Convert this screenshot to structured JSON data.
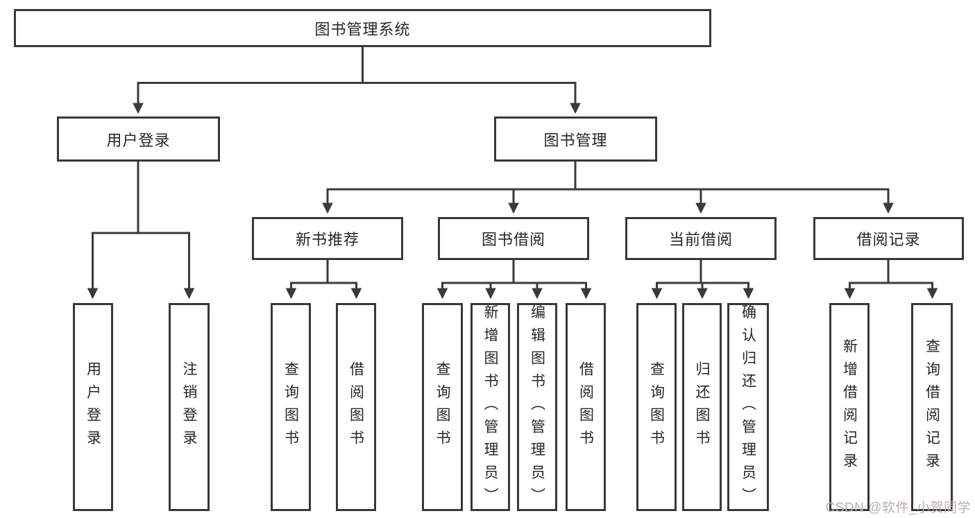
{
  "diagram": {
    "title": "图书管理系统",
    "root": {
      "label": "图书管理系统"
    },
    "branches": [
      {
        "label": "用户登录",
        "children": [
          {
            "label": "用户登录"
          },
          {
            "label": "注销登录"
          }
        ]
      },
      {
        "label": "图书管理",
        "children": [
          {
            "label": "新书推荐",
            "children": [
              {
                "label": "查询图书"
              },
              {
                "label": "借阅图书"
              }
            ]
          },
          {
            "label": "图书借阅",
            "children": [
              {
                "label": "查询图书"
              },
              {
                "label": "新增图书（管理员）"
              },
              {
                "label": "编辑图书（管理员）"
              },
              {
                "label": "借阅图书"
              }
            ]
          },
          {
            "label": "当前借阅",
            "children": [
              {
                "label": "查询图书"
              },
              {
                "label": "归还图书"
              },
              {
                "label": "确认归还（管理员）"
              }
            ]
          },
          {
            "label": "借阅记录",
            "children": [
              {
                "label": "新增借阅记录"
              },
              {
                "label": "查询借阅记录"
              }
            ]
          }
        ]
      }
    ],
    "watermark": "CSDN @软件_小贺同学",
    "colors": {
      "line": "#3a3a3a",
      "box_border": "#383838",
      "text": "#262626",
      "watermark": "#bcadaf",
      "background": "#ffffff"
    }
  }
}
